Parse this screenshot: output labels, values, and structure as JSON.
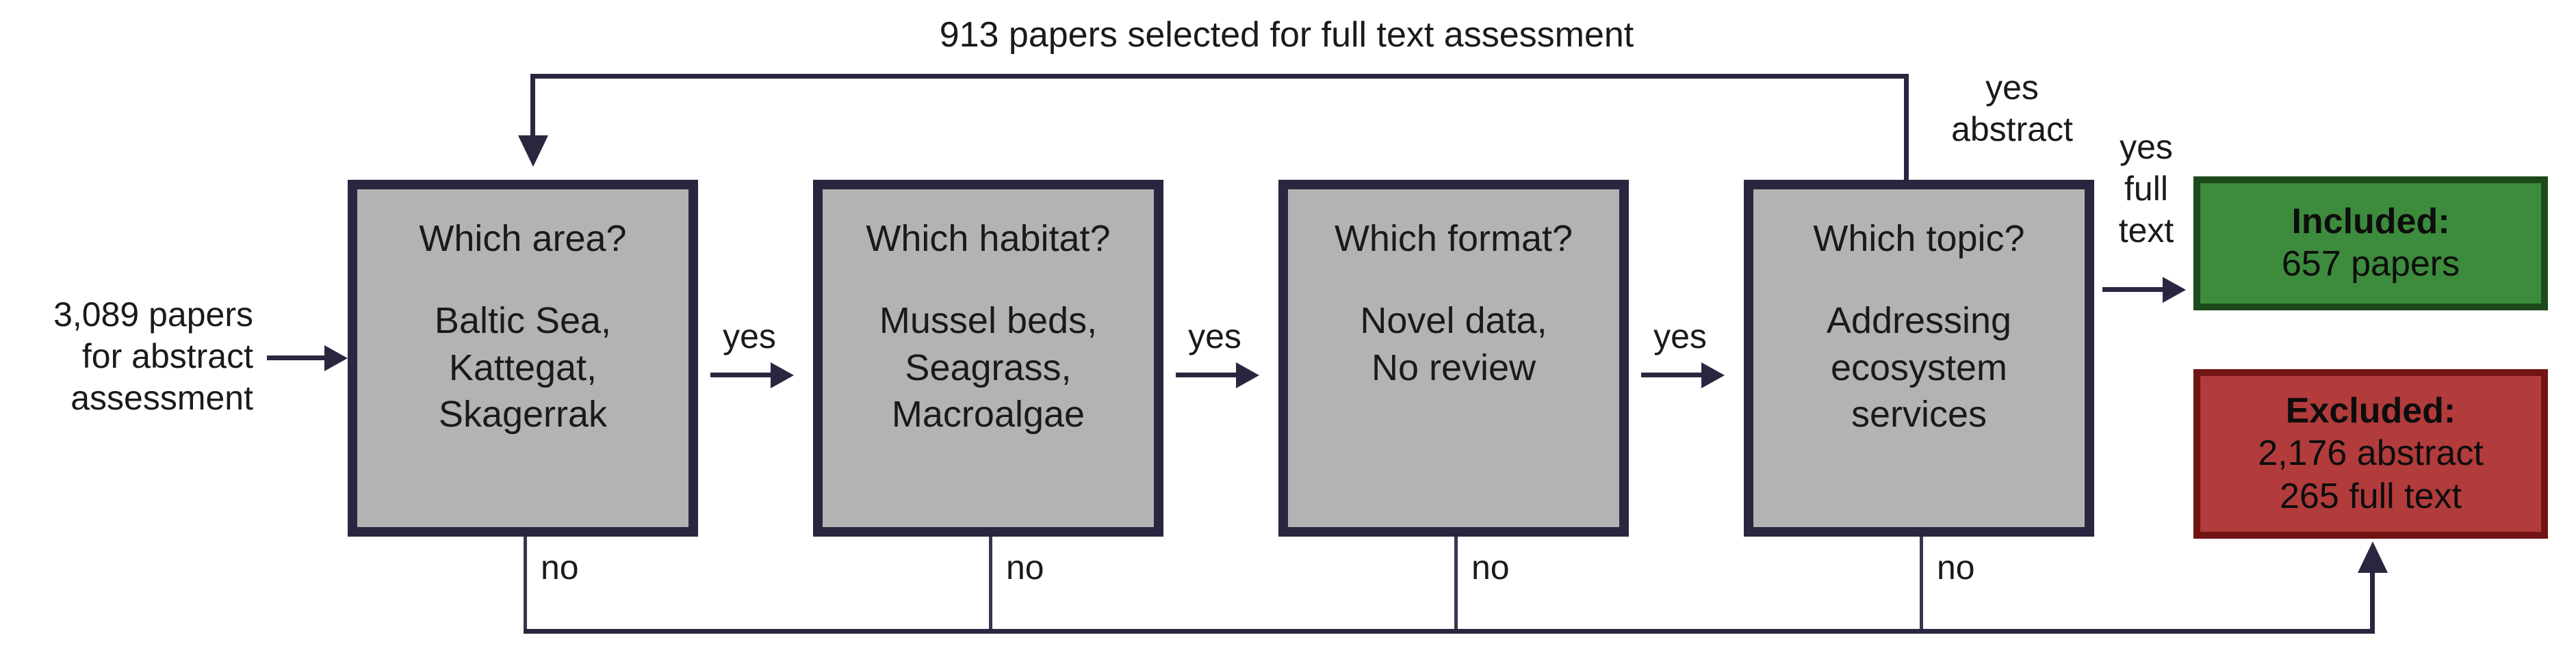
{
  "figure": {
    "kind": "screening-flowchart",
    "colors": {
      "box_fill": "#b3b3b3",
      "box_border": "#2b2640",
      "connector": "#2b2640",
      "included_fill": "#3d8b3d",
      "included_border": "#1c4a1c",
      "excluded_fill": "#b23b3b",
      "excluded_border": "#711414",
      "background": "#ffffff",
      "text": "#1a1a1a"
    }
  },
  "input": {
    "label": "3,089 papers\nfor abstract\nassessment"
  },
  "loop": {
    "label": "913 papers selected for full text assessment"
  },
  "decisions": [
    {
      "title": "Which area?",
      "criteria": "Baltic Sea,\nKattegat,\nSkagerrak",
      "yes_label": "yes",
      "no_label": "no"
    },
    {
      "title": "Which habitat?",
      "criteria": "Mussel beds,\nSeagrass,\nMacroalgae",
      "yes_label": "yes",
      "no_label": "no"
    },
    {
      "title": "Which format?",
      "criteria": "Novel data,\nNo review",
      "yes_label": "yes",
      "no_label": "no"
    },
    {
      "title": "Which topic?",
      "criteria": "Addressing\necosystem\nservices",
      "yes_label": "yes",
      "no_label": "no"
    }
  ],
  "branch_labels": {
    "yes_abstract": "yes\nabstract",
    "yes_full_text": "yes\nfull\ntext"
  },
  "outcomes": {
    "included": {
      "title": "Included:",
      "detail": "657 papers"
    },
    "excluded": {
      "title": "Excluded:",
      "detail": "2,176 abstract\n265 full text"
    }
  },
  "chart_data": {
    "type": "table",
    "title": "Literature screening flow",
    "stages": [
      {
        "name": "Abstract assessment input",
        "papers": 3089
      },
      {
        "name": "Selected for full text assessment",
        "papers": 913
      },
      {
        "name": "Included",
        "papers": 657
      },
      {
        "name": "Excluded at abstract stage",
        "papers": 2176
      },
      {
        "name": "Excluded at full text stage",
        "papers": 265
      }
    ]
  }
}
